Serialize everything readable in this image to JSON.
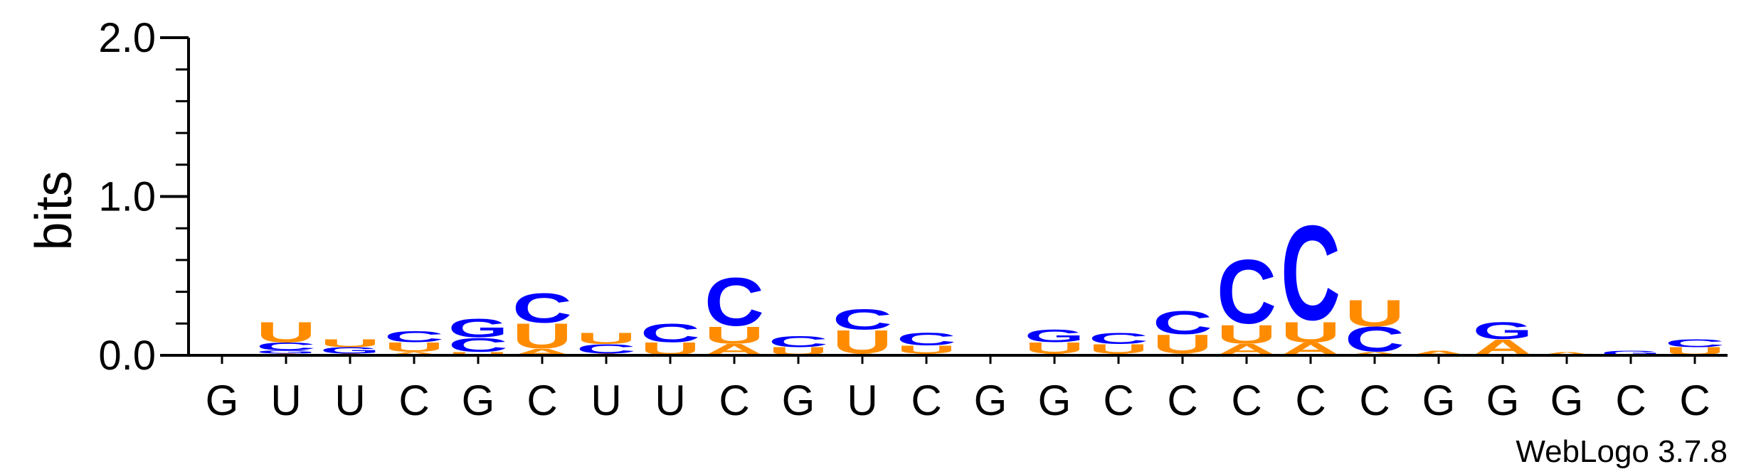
{
  "chart_data": {
    "type": "sequence_logo",
    "ylabel": "bits",
    "ylim": [
      0,
      2.0
    ],
    "yticks": [
      0.0,
      1.0,
      2.0
    ],
    "ytick_labels": [
      "0.0",
      "1.0",
      "2.0"
    ],
    "x_labels": [
      "G",
      "U",
      "U",
      "C",
      "G",
      "C",
      "U",
      "U",
      "C",
      "G",
      "U",
      "C",
      "G",
      "G",
      "C",
      "C",
      "C",
      "C",
      "C",
      "G",
      "G",
      "G",
      "C",
      "C"
    ],
    "credit": "WebLogo 3.7.8",
    "colors": {
      "A": "#ff8c00",
      "U": "#ff8c00",
      "C": "#0000ff",
      "G": "#0000ff"
    },
    "positions": [
      [],
      [
        [
          "A",
          0.01
        ],
        [
          "G",
          0.02
        ],
        [
          "C",
          0.05
        ],
        [
          "U",
          0.13
        ]
      ],
      [
        [
          "A",
          0.01
        ],
        [
          "G",
          0.04
        ],
        [
          "U",
          0.05
        ]
      ],
      [
        [
          "A",
          0.02
        ],
        [
          "U",
          0.06
        ],
        [
          "C",
          0.07
        ]
      ],
      [
        [
          "U",
          0.02
        ],
        [
          "C",
          0.09
        ],
        [
          "G",
          0.12
        ]
      ],
      [
        [
          "A",
          0.04
        ],
        [
          "U",
          0.16
        ],
        [
          "C",
          0.19
        ]
      ],
      [
        [
          "A",
          0.01
        ],
        [
          "C",
          0.06
        ],
        [
          "U",
          0.07
        ]
      ],
      [
        [
          "U",
          0.08
        ],
        [
          "C",
          0.12
        ]
      ],
      [
        [
          "A",
          0.07
        ],
        [
          "U",
          0.11
        ],
        [
          "C",
          0.31
        ]
      ],
      [
        [
          "U",
          0.05
        ],
        [
          "C",
          0.07
        ]
      ],
      [
        [
          "A",
          0.01
        ],
        [
          "U",
          0.15
        ],
        [
          "C",
          0.13
        ]
      ],
      [
        [
          "A",
          0.01
        ],
        [
          "U",
          0.05
        ],
        [
          "C",
          0.08
        ]
      ],
      [],
      [
        [
          "A",
          0.01
        ],
        [
          "U",
          0.07
        ],
        [
          "G",
          0.08
        ]
      ],
      [
        [
          "A",
          0.01
        ],
        [
          "U",
          0.06
        ],
        [
          "C",
          0.07
        ]
      ],
      [
        [
          "A",
          0.01
        ],
        [
          "U",
          0.12
        ],
        [
          "C",
          0.15
        ]
      ],
      [
        [
          "A",
          0.07
        ],
        [
          "U",
          0.12
        ],
        [
          "C",
          0.41
        ]
      ],
      [
        [
          "A",
          0.08
        ],
        [
          "U",
          0.13
        ],
        [
          "C",
          0.61
        ]
      ],
      [
        [
          "A",
          0.02
        ],
        [
          "C",
          0.16
        ],
        [
          "U",
          0.17
        ]
      ],
      [
        [
          "A",
          0.03
        ]
      ],
      [
        [
          "A",
          0.1
        ],
        [
          "G",
          0.11
        ]
      ],
      [
        [
          "A",
          0.02
        ]
      ],
      [
        [
          "G",
          0.03
        ]
      ],
      [
        [
          "U",
          0.05
        ],
        [
          "C",
          0.05
        ]
      ]
    ]
  }
}
